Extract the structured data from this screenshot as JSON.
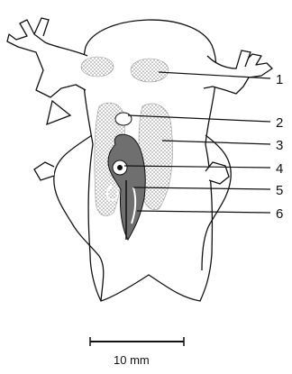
{
  "figure": {
    "callouts": [
      {
        "label": "1"
      },
      {
        "label": "2"
      },
      {
        "label": "3"
      },
      {
        "label": "4"
      },
      {
        "label": "5"
      },
      {
        "label": "6"
      }
    ],
    "scale_bar": {
      "label": "10 mm"
    }
  },
  "colors": {
    "ink": "#111111",
    "stipple": "#9a9a9a",
    "organ_fill": "#6f6f6f",
    "background": "#ffffff"
  }
}
